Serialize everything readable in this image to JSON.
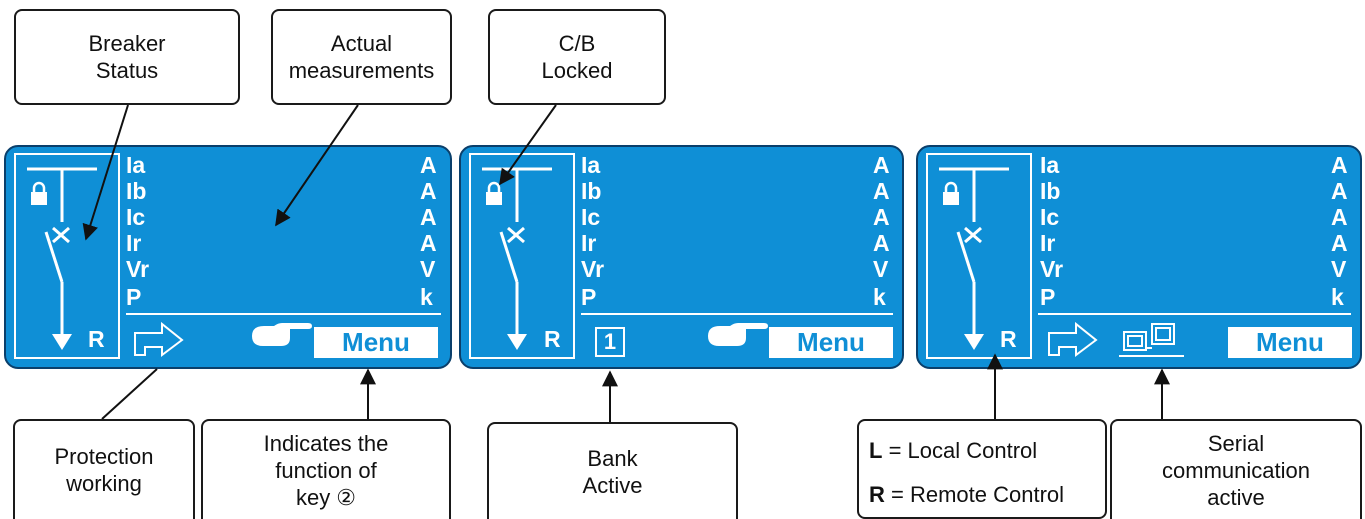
{
  "callouts": {
    "breaker_status": [
      "Breaker",
      "Status"
    ],
    "actual_measurements": [
      "Actual",
      "measurements"
    ],
    "cb_locked": [
      "C/B",
      "Locked"
    ],
    "protection_working": [
      "Protection",
      "working"
    ],
    "key_function": [
      "Indicates the",
      "function of",
      "key ②"
    ],
    "bank_active": [
      "Bank",
      "Active"
    ],
    "local_control": {
      "key": "L",
      "text": " = Local Control"
    },
    "remote_control": {
      "key": "R",
      "text": " = Remote Control"
    },
    "serial_comm": [
      "Serial",
      "communication",
      "active"
    ]
  },
  "display": {
    "labels": [
      "Ia",
      "Ib",
      "Ic",
      "Ir",
      "Vr",
      "P"
    ],
    "units": [
      "A",
      "A",
      "A",
      "A",
      "V",
      "k"
    ],
    "control_mode": "R",
    "menu_label": "Menu",
    "bank_number": "1"
  },
  "colors": {
    "panel_bg": "#0f8fd6",
    "panel_border": "#0a3f6b",
    "text": "#ffffff"
  },
  "icons": [
    "lock-icon",
    "breaker-symbol-icon",
    "protection-arrow-icon",
    "pointing-hand-icon",
    "computer-link-icon"
  ]
}
